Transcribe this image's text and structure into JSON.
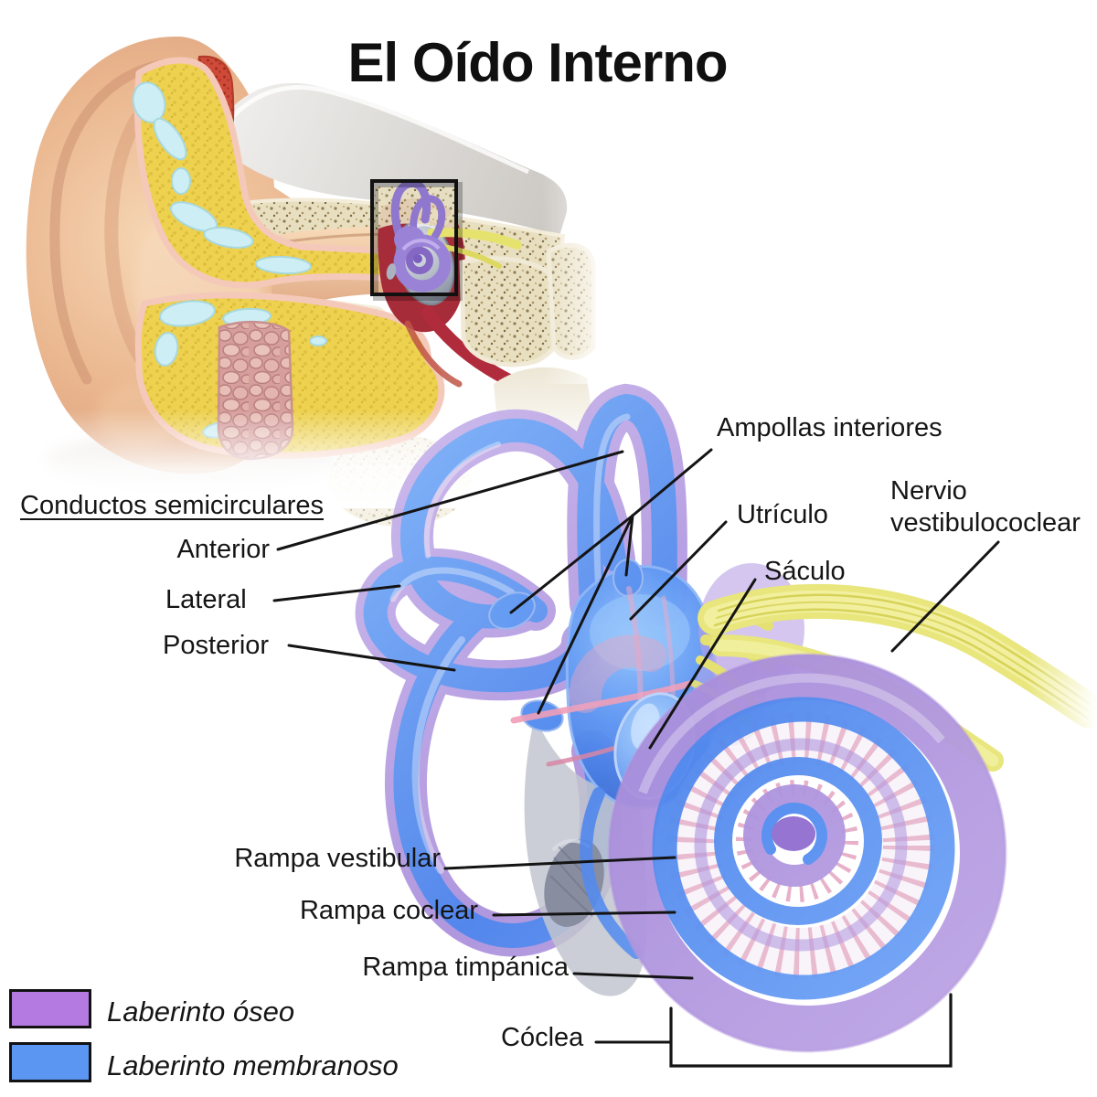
{
  "title": "El Oído Interno",
  "diagram": {
    "section_heading": "Conductos semicirculares",
    "canal_labels": {
      "anterior": "Anterior",
      "lateral": "Lateral",
      "posterior": "Posterior"
    },
    "part_labels": {
      "ampollas": "Ampollas interiores",
      "utriculo": "Utrículo",
      "saculo": "Sáculo",
      "nervio": "Nervio vestibulococlear",
      "rampa_vestibular": "Rampa vestibular",
      "rampa_coclear": "Rampa coclear",
      "rampa_timpanica": "Rampa timpánica",
      "coclea": "Cóclea"
    }
  },
  "legend": {
    "items": [
      {
        "id": "bony-labyrinth",
        "label": "Laberinto óseo",
        "color": "#b47ae2"
      },
      {
        "id": "membranous-labyrinth",
        "label": "Laberinto membranoso",
        "color": "#5c96f3"
      }
    ]
  },
  "colors": {
    "bony_labyrinth": "#b49ade",
    "membranous_labyrinth": "#5e97f3",
    "nerve": "#e8e67c",
    "leader_line": "#141414"
  }
}
